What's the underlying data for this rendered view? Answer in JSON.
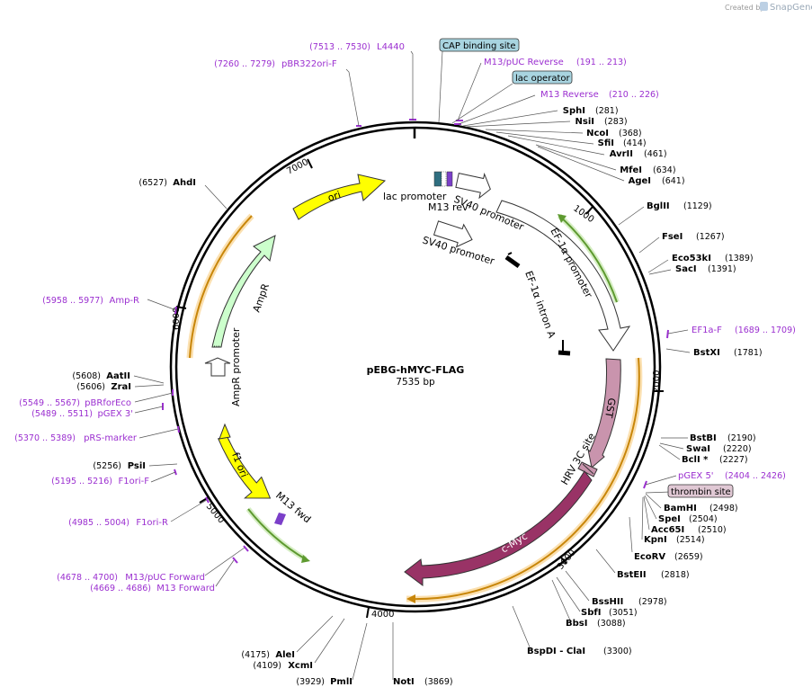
{
  "brand": {
    "created_by": "Created by",
    "product": "SnapGene"
  },
  "plasmid": {
    "name": "pEBG-hMYC-FLAG",
    "size_label": "7535 bp",
    "length": 7535
  },
  "ticks": [
    "1000",
    "2000",
    "3000",
    "4000",
    "5000",
    "6000",
    "7000"
  ],
  "colors": {
    "primer": "#9b2fd0",
    "ori": "#ffff00",
    "amp": "#ccffcc",
    "gst": "#c994ad",
    "myc": "#993366",
    "orange": "#f0a030",
    "green": "#7ab85a"
  },
  "features": {
    "lac_promoter": "lac promoter",
    "m13_rev": "M13 rev",
    "sv40_promoter_1": "SV40 promoter",
    "sv40_promoter_2": "SV40 promoter",
    "ef1a_promoter": "EF-1α promoter",
    "ef1a_intron": "EF-1α intron A",
    "gst": "GST",
    "hrv3c": "HRV 3C site",
    "cmyc": "c-Myc",
    "m13_fwd": "M13 fwd",
    "f1_ori": "f1 ori",
    "ampr": "AmpR",
    "ampr_promoter": "AmpR promoter",
    "ori": "ori"
  },
  "boxes": {
    "cap": "CAP binding site",
    "lac_op": "lac operator",
    "thrombin": "thrombin site"
  },
  "sites": [
    {
      "name": "SphI",
      "pos": "(281)"
    },
    {
      "name": "NsiI",
      "pos": "(283)"
    },
    {
      "name": "NcoI",
      "pos": "(368)"
    },
    {
      "name": "SfiI",
      "pos": "(414)"
    },
    {
      "name": "AvrII",
      "pos": "(461)"
    },
    {
      "name": "MfeI",
      "pos": "(634)"
    },
    {
      "name": "AgeI",
      "pos": "(641)"
    },
    {
      "name": "BglII",
      "pos": "(1129)"
    },
    {
      "name": "FseI",
      "pos": "(1267)"
    },
    {
      "name": "Eco53kI",
      "pos": "(1389)"
    },
    {
      "name": "SacI",
      "pos": "(1391)"
    },
    {
      "name": "BstXI",
      "pos": "(1781)"
    },
    {
      "name": "BstBI",
      "pos": "(2190)"
    },
    {
      "name": "SwaI",
      "pos": "(2220)"
    },
    {
      "name": "BclI *",
      "pos": "(2227)"
    },
    {
      "name": "BamHI",
      "pos": "(2498)"
    },
    {
      "name": "SpeI",
      "pos": "(2504)"
    },
    {
      "name": "Acc65I",
      "pos": "(2510)"
    },
    {
      "name": "KpnI",
      "pos": "(2514)"
    },
    {
      "name": "EcoRV",
      "pos": "(2659)"
    },
    {
      "name": "BstEII",
      "pos": "(2818)"
    },
    {
      "name": "BssHII",
      "pos": "(2978)"
    },
    {
      "name": "SbfI",
      "pos": "(3051)"
    },
    {
      "name": "BbsI",
      "pos": "(3088)"
    },
    {
      "name": "BspDI - ClaI",
      "pos": "(3300)"
    },
    {
      "name": "NotI",
      "pos": "(3869)"
    },
    {
      "name": "PmlI",
      "pos": "(3929)"
    },
    {
      "name": "XcmI",
      "pos": "(4109)"
    },
    {
      "name": "AleI",
      "pos": "(4175)"
    },
    {
      "name": "PsiI",
      "pos": "(5256)"
    },
    {
      "name": "ZraI",
      "pos": "(5606)"
    },
    {
      "name": "AatII",
      "pos": "(5608)"
    },
    {
      "name": "AhdI",
      "pos": "(6527)"
    }
  ],
  "primers": [
    {
      "name": "L4440",
      "range": "(7513 .. 7530)"
    },
    {
      "name": "pBR322ori-F",
      "range": "(7260 .. 7279)"
    },
    {
      "name": "M13/pUC Reverse",
      "range": "(191 .. 213)"
    },
    {
      "name": "M13 Reverse",
      "range": "(210 .. 226)"
    },
    {
      "name": "EF1a-F",
      "range": "(1689 .. 1709)"
    },
    {
      "name": "pGEX 5'",
      "range": "(2404 .. 2426)"
    },
    {
      "name": "Amp-R",
      "range": "(5958 .. 5977)"
    },
    {
      "name": "pBRforEco",
      "range": "(5549 .. 5567)"
    },
    {
      "name": "pGEX 3'",
      "range": "(5489 .. 5511)"
    },
    {
      "name": "pRS-marker",
      "range": "(5370 .. 5389)"
    },
    {
      "name": "F1ori-F",
      "range": "(5195 .. 5216)"
    },
    {
      "name": "F1ori-R",
      "range": "(4985 .. 5004)"
    },
    {
      "name": "M13/pUC Forward",
      "range": "(4678 .. 4700)"
    },
    {
      "name": "M13 Forward",
      "range": "(4669 .. 4686)"
    }
  ]
}
